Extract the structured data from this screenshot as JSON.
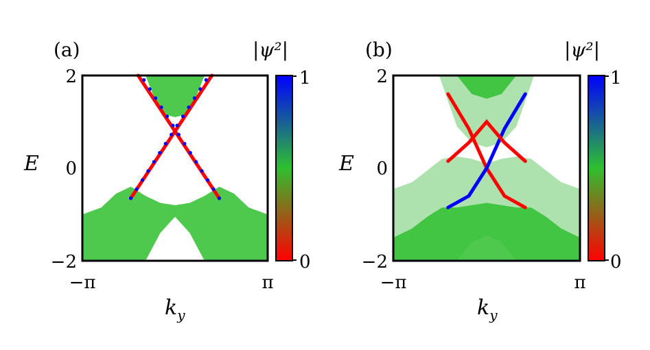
{
  "chart_data": [
    {
      "panel": "(a)",
      "type": "area",
      "xlabel": "k_y",
      "ylabel": "E",
      "xlim": [
        -3.1416,
        3.1416
      ],
      "ylim": [
        -2,
        2
      ],
      "xticks": [
        "−π",
        "π"
      ],
      "yticks": [
        "−2",
        "0",
        "2"
      ],
      "colorbar": {
        "label": "|ψ²|",
        "ticks": [
          "0",
          "1"
        ],
        "range": [
          0,
          1
        ],
        "colors": [
          "#ff0000",
          "#2fbf2f",
          "#0000ff"
        ]
      },
      "bulk_bands": [
        {
          "name": "upper",
          "color": "#2fbf2f",
          "x": [
            -1.0,
            -0.6,
            -0.3,
            0.0,
            0.3,
            0.6,
            1.0
          ],
          "lower": [
            2.0,
            1.35,
            1.15,
            1.1,
            1.15,
            1.35,
            2.0
          ],
          "upper": [
            2.0,
            2.0,
            2.0,
            2.0,
            2.0,
            2.0,
            2.0
          ]
        },
        {
          "name": "lower",
          "color": "#2fbf2f",
          "x": [
            -3.1416,
            -2.5,
            -2.0,
            -1.5,
            -1.0,
            -0.5,
            0.0,
            0.5,
            1.0,
            1.5,
            2.0,
            2.5,
            3.1416
          ],
          "upper": [
            -1.0,
            -0.85,
            -0.55,
            -0.4,
            -0.6,
            -0.75,
            -0.8,
            -0.75,
            -0.6,
            -0.4,
            -0.55,
            -0.85,
            -1.0
          ],
          "lower": [
            -2.0,
            -2.0,
            -2.0,
            -2.0,
            -2.0,
            -1.4,
            -1.05,
            -1.4,
            -2.0,
            -2.0,
            -2.0,
            -2.0,
            -2.0
          ]
        }
      ],
      "edge_states": [
        {
          "x": [
            -1.5,
            1.25
          ],
          "y": [
            -0.65,
            2.1
          ],
          "color": "#ff0000",
          "dots": "#0000ff"
        },
        {
          "x": [
            -1.25,
            1.5
          ],
          "y": [
            2.1,
            -0.65
          ],
          "color": "#ff0000",
          "dots": "#0000ff"
        }
      ]
    },
    {
      "panel": "(b)",
      "type": "area",
      "xlabel": "k_y",
      "ylabel": "E",
      "xlim": [
        -3.1416,
        3.1416
      ],
      "ylim": [
        -2,
        2
      ],
      "xticks": [
        "−π",
        "π"
      ],
      "yticks": [
        "−2",
        "0",
        "2"
      ],
      "colorbar": {
        "label": "|ψ²|",
        "ticks": [
          "0",
          "1"
        ],
        "range": [
          0,
          1
        ],
        "colors": [
          "#ff0000",
          "#2fbf2f",
          "#0000ff"
        ]
      },
      "bulk_bands": [
        {
          "name": "upper-1",
          "color": "#9fdc9f",
          "x": [
            -1.6,
            -1.0,
            -0.5,
            0.0,
            0.5,
            1.0,
            1.6
          ],
          "lower": [
            2.0,
            0.9,
            0.55,
            0.45,
            0.55,
            0.9,
            2.0
          ],
          "upper": [
            2.0,
            2.0,
            2.0,
            2.0,
            2.0,
            2.0,
            2.0
          ]
        },
        {
          "name": "upper-2",
          "color": "#2fbf2f",
          "x": [
            -1.0,
            -0.5,
            0.0,
            0.5,
            1.0
          ],
          "lower": [
            2.0,
            1.6,
            1.5,
            1.6,
            2.0
          ],
          "upper": [
            2.0,
            2.0,
            2.0,
            2.0,
            2.0
          ]
        },
        {
          "name": "lower-1",
          "color": "#9fdc9f",
          "x": [
            -3.1416,
            -2.5,
            -2.0,
            -1.5,
            -1.0,
            -0.5,
            0.0,
            0.5,
            1.0,
            1.5,
            2.0,
            2.5,
            3.1416
          ],
          "upper": [
            -0.45,
            -0.3,
            -0.05,
            0.2,
            0.25,
            0.2,
            0.1,
            0.2,
            0.25,
            0.2,
            -0.05,
            -0.3,
            -0.45
          ],
          "lower": [
            -2.0,
            -2.0,
            -2.0,
            -2.0,
            -2.0,
            -1.6,
            -1.45,
            -1.6,
            -2.0,
            -2.0,
            -2.0,
            -2.0,
            -2.0
          ]
        },
        {
          "name": "lower-2",
          "color": "#2fbf2f",
          "x": [
            -3.1416,
            -2.5,
            -2.0,
            -1.5,
            -1.0,
            -0.5,
            0.0,
            0.5,
            1.0,
            1.5,
            2.0,
            2.5,
            3.1416
          ],
          "upper": [
            -1.5,
            -1.3,
            -1.05,
            -0.85,
            -0.85,
            -0.8,
            -0.75,
            -0.8,
            -0.85,
            -0.85,
            -1.05,
            -1.3,
            -1.5
          ],
          "lower": [
            -2.0,
            -2.0,
            -2.0,
            -2.0,
            -2.0,
            -2.0,
            -2.0,
            -2.0,
            -2.0,
            -2.0,
            -2.0,
            -2.0,
            -2.0
          ]
        }
      ],
      "edge_states": [
        {
          "x": [
            -1.3,
            -0.6,
            0.0,
            0.6,
            1.3
          ],
          "y": [
            1.6,
            0.85,
            0.0,
            -0.6,
            -0.85
          ],
          "color": "#ff0000"
        },
        {
          "x": [
            -1.3,
            -0.6,
            0.0,
            0.6,
            1.3
          ],
          "y": [
            -0.85,
            -0.6,
            0.0,
            0.85,
            1.6
          ],
          "color": "#0000ff"
        },
        {
          "x": [
            -1.3,
            -0.6,
            0.0,
            0.6,
            1.3
          ],
          "y": [
            0.15,
            0.55,
            1.0,
            0.55,
            0.15
          ],
          "color": "#ff0000"
        }
      ]
    }
  ]
}
